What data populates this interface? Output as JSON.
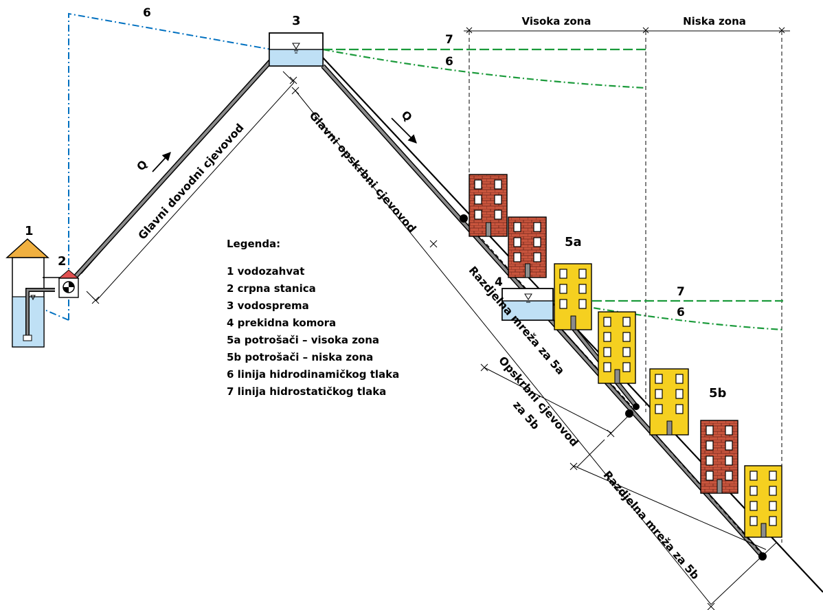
{
  "colors": {
    "pipe": "#808080",
    "ground": "#000000",
    "hydrodynamic": "#0070c0",
    "green_line": "#1a9a3a",
    "water": "#bfe0f5",
    "brick": "#c8553d",
    "yellow_building": "#f5d020",
    "roof": "#f0b040",
    "pump_roof": "#e05050"
  },
  "labels": {
    "n1": "1",
    "n2": "2",
    "n3": "3",
    "n4": "4",
    "n5a": "5a",
    "n5b": "5b",
    "line6_left": "6",
    "line7_top": "7",
    "line6_top": "6",
    "line7_low": "7",
    "line6_low": "6",
    "q_left": "Q",
    "q_right": "Q",
    "zone_high": "Visoka zona",
    "zone_low": "Niska zona",
    "pipe_supply_main": "Glavni dovodni cjevovod",
    "pipe_distribution_main": "Glavni opskrbni cjevovod",
    "net_5a": "Razdjelna mreža za 5a",
    "supply_5b_line1": "Opskrbni cjevovod",
    "supply_5b_line2": "za 5b",
    "net_5b": "Razdjelna mreža za 5b"
  },
  "legend": {
    "title": "Legenda:",
    "items": [
      "1 vodozahvat",
      "2 crpna stanica",
      "3 vodosprema",
      "4 prekidna komora",
      "5a potrošači – visoka zona",
      "5b potrošači – niska zona",
      "6 linija hidrodinamičkog tlaka",
      "7 linija hidrostatičkog tlaka"
    ]
  }
}
